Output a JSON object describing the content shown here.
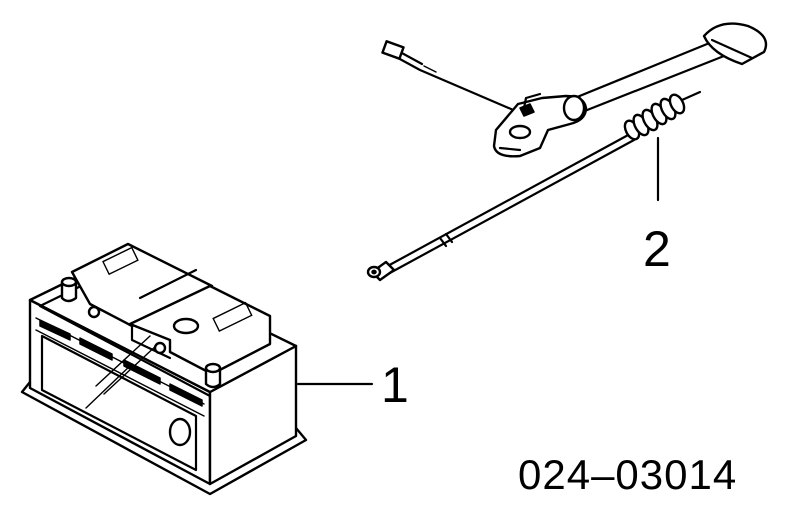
{
  "callouts": {
    "battery": "1",
    "cable": "2"
  },
  "diagram_code": "024–03014",
  "colors": {
    "ink": "#000000",
    "paper": "#ffffff"
  }
}
